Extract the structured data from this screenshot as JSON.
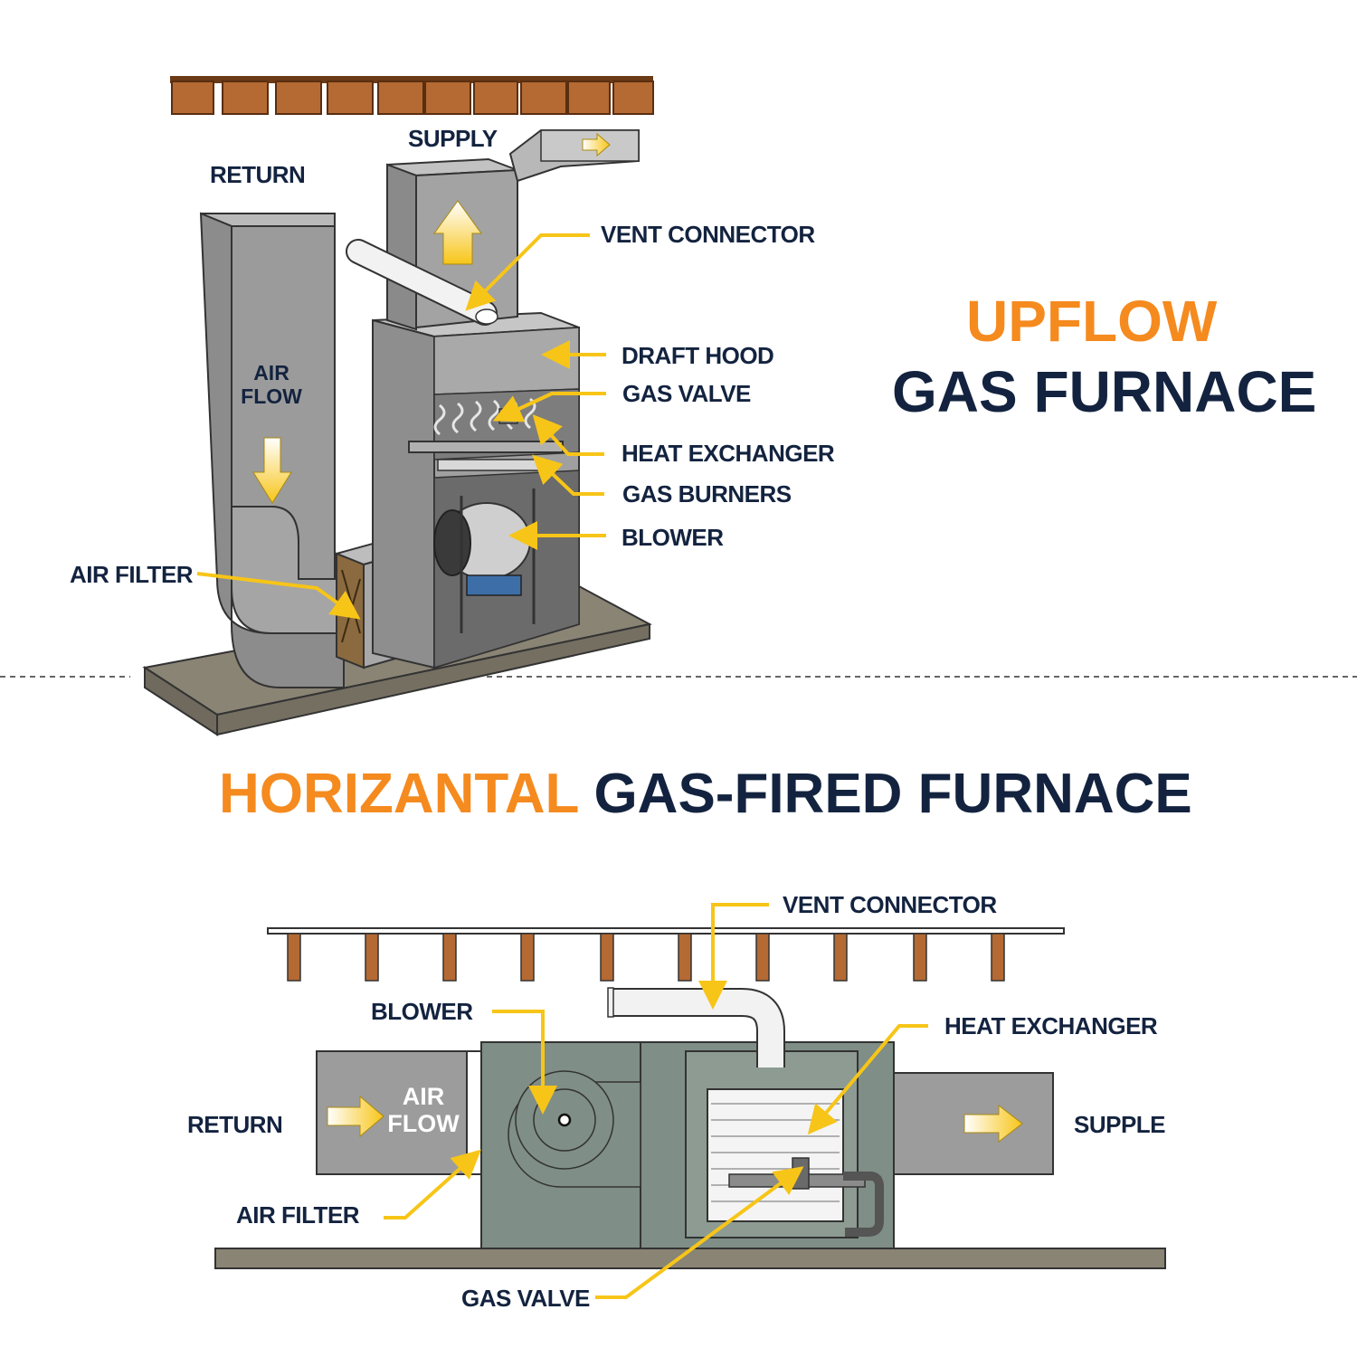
{
  "colors": {
    "navy": "#13233f",
    "orange": "#f58a1f",
    "callout_yellow": "#f7c518",
    "duct_gray": "#9a9a9a",
    "cabinet_green": "#7f8e86",
    "wood": "#b46a32",
    "floor": "#8a8475"
  },
  "upflow": {
    "title_accent": "UPFLOW",
    "title_main": "GAS FURNACE",
    "labels": {
      "supply": "SUPPLY",
      "return": "RETURN",
      "vent_connector": "VENT CONNECTOR",
      "draft_hood": "DRAFT HOOD",
      "gas_valve": "GAS VALVE",
      "heat_exchanger": "HEAT EXCHANGER",
      "gas_burners": "GAS BURNERS",
      "blower": "BLOWER",
      "air_filter": "AIR FILTER",
      "air": "AIR",
      "flow": "FLOW"
    }
  },
  "horizontal": {
    "title_accent": "HORIZANTAL",
    "title_main": "GAS-FIRED FURNACE",
    "labels": {
      "vent_connector": "VENT CONNECTOR",
      "blower": "BLOWER",
      "heat_exchanger": "HEAT EXCHANGER",
      "return": "RETURN",
      "supply": "SUPPLE",
      "air_filter": "AIR FILTER",
      "gas_valve": "GAS VALVE",
      "air": "AIR",
      "flow": "FLOW"
    }
  }
}
